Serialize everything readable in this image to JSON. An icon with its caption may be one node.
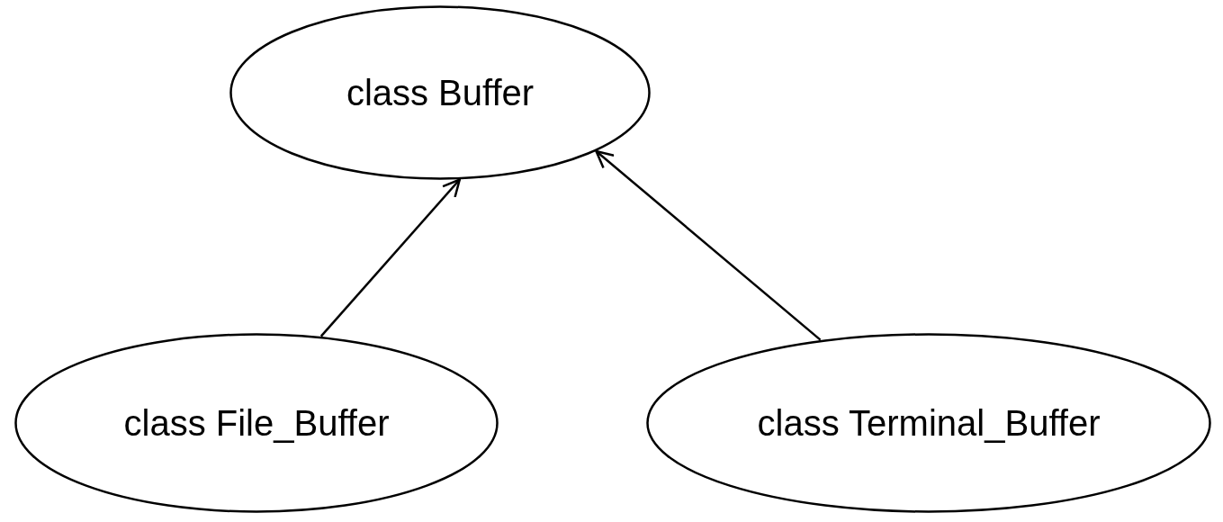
{
  "diagram": {
    "nodes": [
      {
        "text": [
          "class Buffer"
        ]
      },
      {
        "text": [
          "class File_Buffer"
        ]
      },
      {
        "text": [
          "class Terminal_Buffer"
        ]
      }
    ],
    "edges": [
      {
        "from": 1,
        "to": 0,
        "arrow": "to"
      },
      {
        "from": 2,
        "to": 0,
        "arrow": "to"
      }
    ]
  }
}
